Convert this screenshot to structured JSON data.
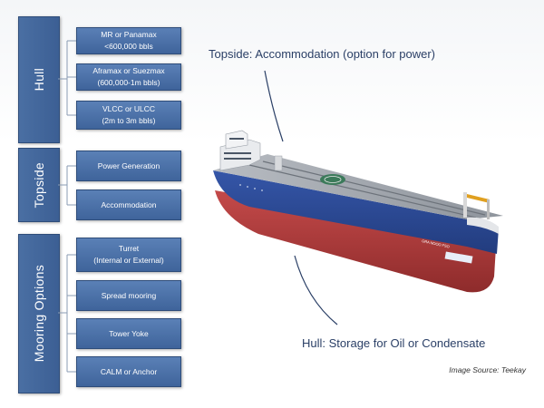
{
  "groups": [
    {
      "label": "Hull",
      "options": [
        "MR or Panamax\n<600,000 bbls",
        "Aframax or Suezmax\n(600,000-1m bbls)",
        "VLCC or ULCC\n(2m to 3m bbls)"
      ]
    },
    {
      "label": "Topside",
      "options": [
        "Power Generation",
        "Accommodation"
      ]
    },
    {
      "label": "Mooring Options",
      "options": [
        "Turret\n(Internal  or External)",
        "Spread mooring",
        "Tower Yoke",
        "CALM or Anchor"
      ]
    }
  ],
  "captions": {
    "topside": "Topside: Accommodation (option for power)",
    "hull": "Hull: Storage for Oil or Condensate",
    "source": "Image Source: Teekay"
  },
  "ship": {
    "name": "GRA NOOO FSO"
  },
  "colors": {
    "box": "#4a6fa3",
    "hull_blue": "#2d4d9a",
    "hull_red": "#b23a3a",
    "caption": "#2a3f66"
  }
}
